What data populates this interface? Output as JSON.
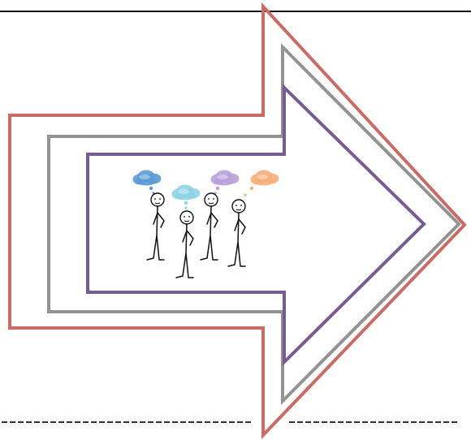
{
  "diagram": {
    "arrows": [
      {
        "name": "outer",
        "color": "#cc6a63"
      },
      {
        "name": "middle",
        "color": "#939393"
      },
      {
        "name": "inner",
        "color": "#755d93"
      }
    ],
    "line_color": "#111111",
    "dash_color": "#333333",
    "people": [
      {
        "name": "person-1",
        "bubble_color": "#5b9bd5"
      },
      {
        "name": "person-2",
        "bubble_color": "#8fd4e6"
      },
      {
        "name": "person-3",
        "bubble_color": "#b9a2dc"
      },
      {
        "name": "person-4",
        "bubble_color": "#f7b07a"
      }
    ]
  }
}
